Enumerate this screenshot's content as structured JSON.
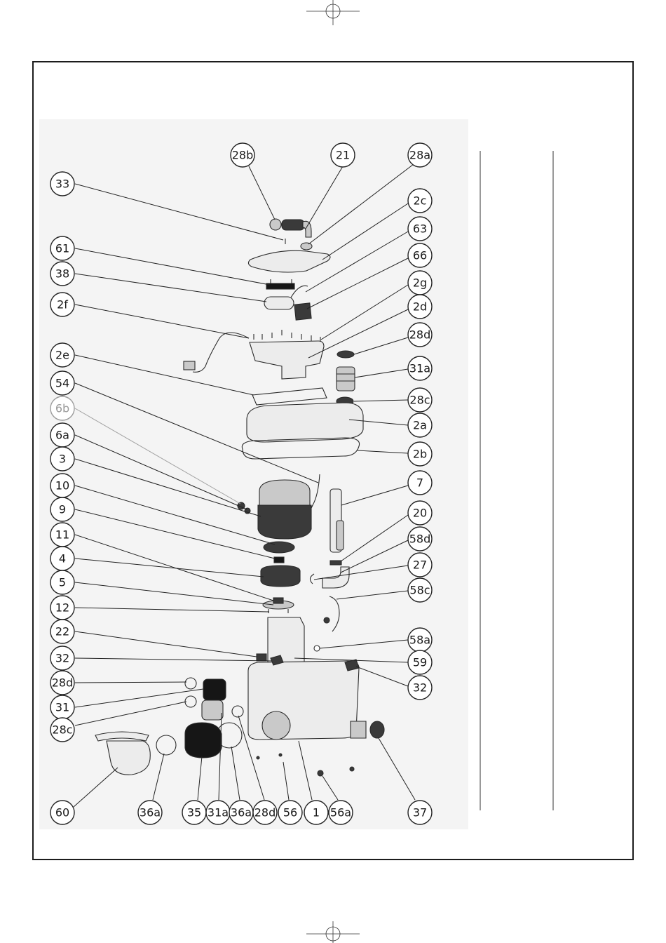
{
  "document": {
    "type": "exploded parts diagram"
  },
  "callouts_left": [
    {
      "label": "33"
    },
    {
      "label": "61"
    },
    {
      "label": "38"
    },
    {
      "label": "2f"
    },
    {
      "label": "2e"
    },
    {
      "label": "54"
    },
    {
      "label": "6b"
    },
    {
      "label": "6a"
    },
    {
      "label": "3"
    },
    {
      "label": "10"
    },
    {
      "label": "9"
    },
    {
      "label": "11"
    },
    {
      "label": "4"
    },
    {
      "label": "5"
    },
    {
      "label": "12"
    },
    {
      "label": "22"
    },
    {
      "label": "32"
    },
    {
      "label": "28d"
    },
    {
      "label": "31"
    },
    {
      "label": "28c"
    }
  ],
  "callouts_top": [
    {
      "label": "28b"
    },
    {
      "label": "21"
    },
    {
      "label": "28a"
    }
  ],
  "callouts_right": [
    {
      "label": "2c"
    },
    {
      "label": "63"
    },
    {
      "label": "66"
    },
    {
      "label": "2g"
    },
    {
      "label": "2d"
    },
    {
      "label": "28d"
    },
    {
      "label": "31a"
    },
    {
      "label": "28c"
    },
    {
      "label": "2a"
    },
    {
      "label": "2b"
    },
    {
      "label": "7"
    },
    {
      "label": "20"
    },
    {
      "label": "58d"
    },
    {
      "label": "27"
    },
    {
      "label": "58c"
    },
    {
      "label": "58a"
    },
    {
      "label": "59"
    },
    {
      "label": "32"
    }
  ],
  "callouts_bottom": [
    {
      "label": "60"
    },
    {
      "label": "36a"
    },
    {
      "label": "35"
    },
    {
      "label": "31a"
    },
    {
      "label": "36a"
    },
    {
      "label": "28d"
    },
    {
      "label": "56"
    },
    {
      "label": "1"
    },
    {
      "label": "56a"
    },
    {
      "label": "37"
    }
  ],
  "parts_table": {
    "rows": []
  },
  "colors": {
    "ink": "#222222",
    "background_panel": "#f4f4f4",
    "faded_label": "#9a9a9a"
  }
}
